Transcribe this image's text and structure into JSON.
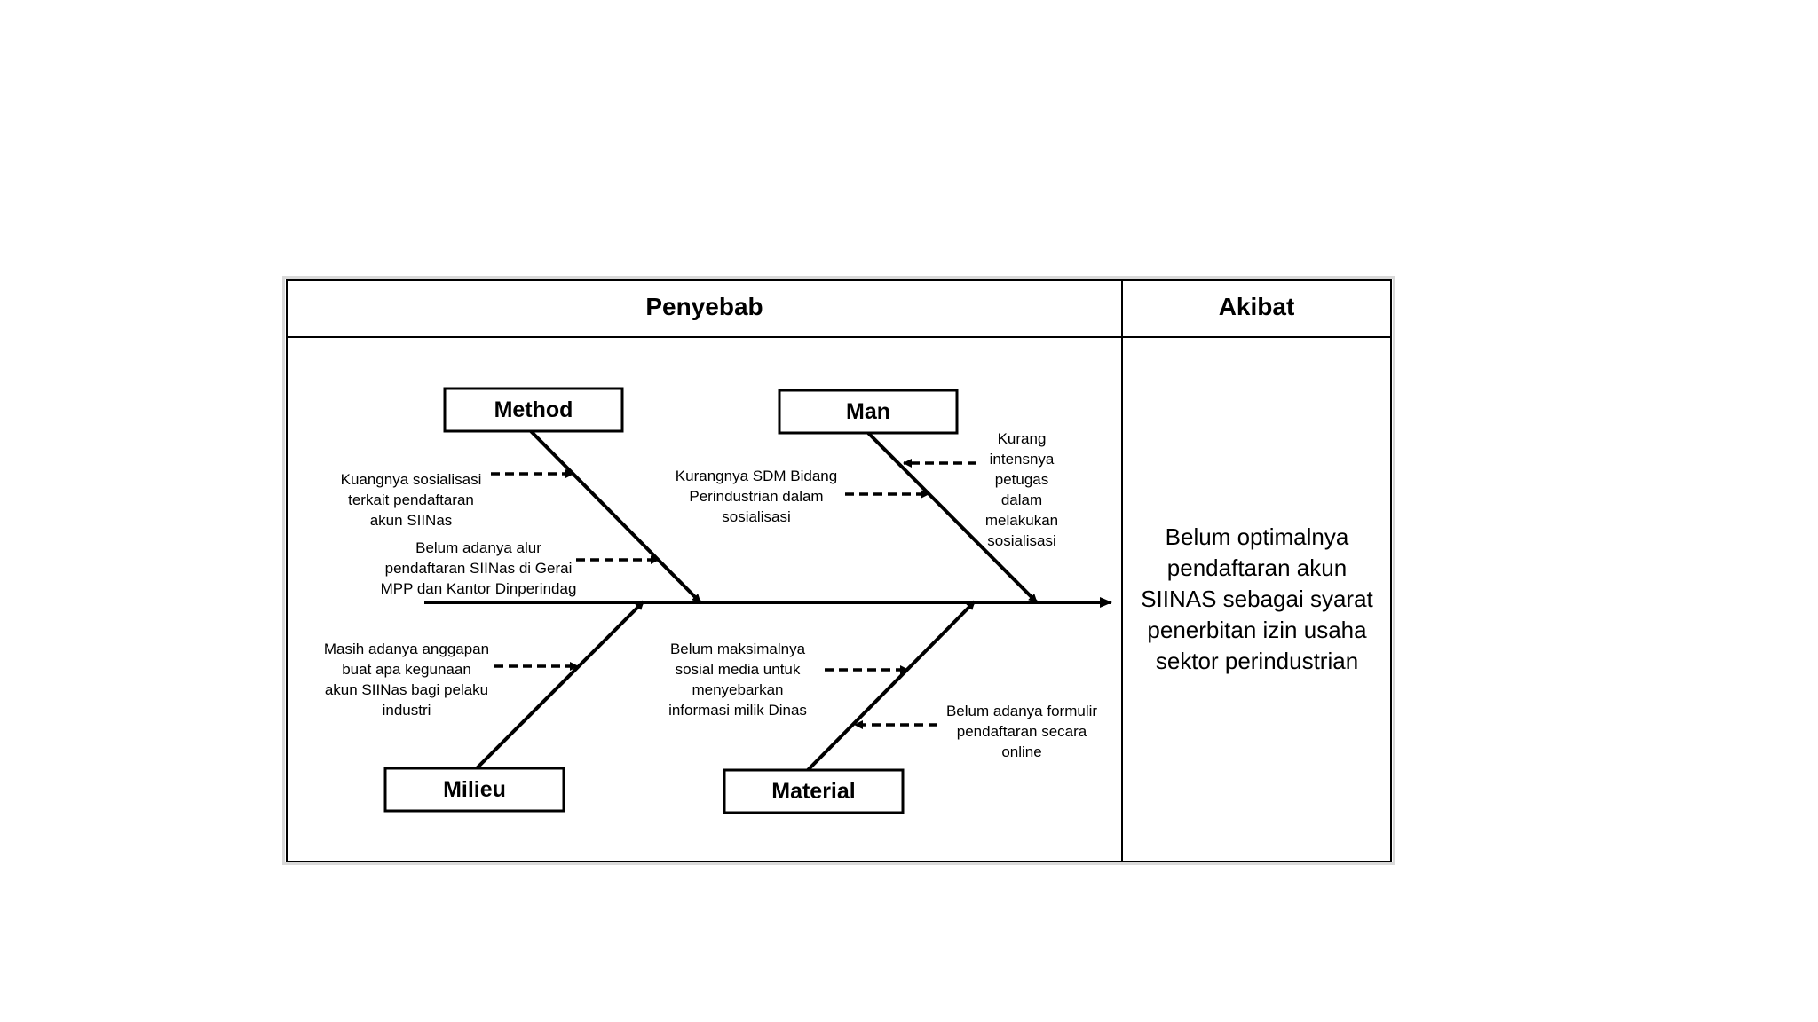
{
  "header": {
    "cause_title": "Penyebab",
    "effect_title": "Akibat"
  },
  "categories": {
    "method": "Method",
    "man": "Man",
    "milieu": "Milieu",
    "material": "Material"
  },
  "causes": {
    "method_1": "Kuangnya sosialisasi\nterkait pendaftaran\nakun SIINas",
    "method_2": "Belum adanya alur\npendaftaran SIINas di Gerai\nMPP dan Kantor Dinperindag",
    "man_1": "Kurangnya  SDM Bidang\nPerindustrian dalam\nsosialisasi",
    "man_2": "Kurang\nintensnya\npetugas\ndalam\nmelakukan\nsosialisasi",
    "milieu_1": "Masih adanya anggapan\nbuat apa kegunaan\nakun SIINas bagi pelaku\nindustri",
    "material_1": "Belum maksimalnya\nsosial media untuk\nmenyebarkan\ninformasi milik Dinas",
    "material_2": "Belum adanya formulir\npendaftaran secara\nonline"
  },
  "effect": "Belum optimalnya\npendaftaran akun\nSIINAS sebagai syarat\npenerbitan izin usaha\nsektor perindustrian",
  "colors": {
    "line": "#000000",
    "frame": "#d9d9d9",
    "background": "#ffffff"
  }
}
